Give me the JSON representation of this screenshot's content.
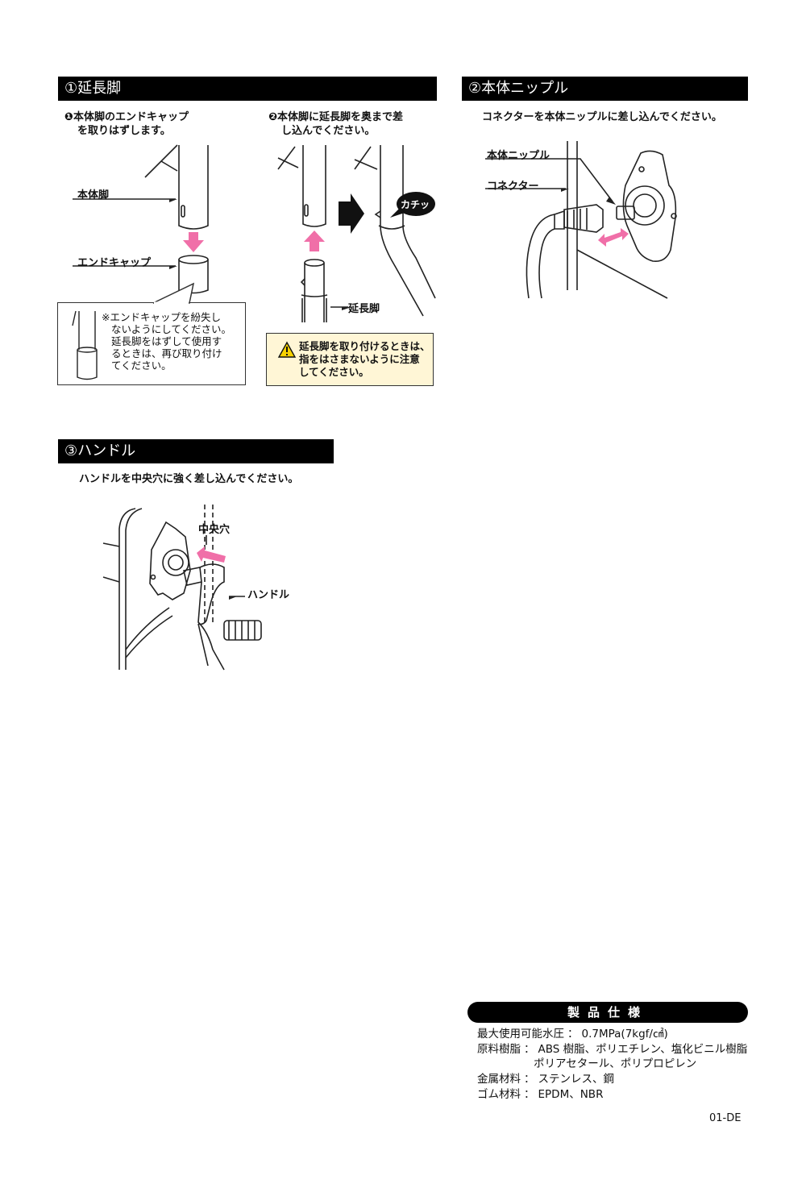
{
  "section1": {
    "title": "①延長脚",
    "step1_num": "❶",
    "step1_line1": "本体脚のエンドキャップ",
    "step1_line2": "を取りはずします。",
    "step2_num": "❷",
    "step2_line1": "本体脚に延長脚を奥まで差",
    "step2_line2": "し込んでください。",
    "label_body_leg": "本体脚",
    "label_end_cap": "エンドキャップ",
    "label_ext_leg": "延長脚",
    "label_click": "カチッ",
    "note_lines": [
      "※エンドキャップを紛失し",
      "ないようにしてください。",
      "延長脚をはずして使用す",
      "るときは、再び取り付け",
      "てください。"
    ],
    "warning_lines": [
      "延長脚を取り付けるときは、",
      "指をはさまないように注意",
      "してください。"
    ]
  },
  "section2": {
    "title": "②本体ニップル",
    "instruction": "コネクターを本体ニップルに差し込んでください。",
    "label_nipple": "本体ニップル",
    "label_connector": "コネクター"
  },
  "section3": {
    "title": "③ハンドル",
    "instruction": "ハンドルを中央穴に強く差し込んでください。",
    "label_center_hole": "中央穴",
    "label_handle": "ハンドル"
  },
  "specs": {
    "title": "製品仕様",
    "rows": [
      {
        "key": "最大使用可能水圧",
        "value": "0.7MPa(7kgf/㎠)"
      },
      {
        "key": "原料樹脂",
        "value": "ABS 樹脂、ポリエチレン、塩化ビニル樹脂"
      },
      {
        "key": "",
        "value": "ポリアセタール、ポリプロピレン"
      },
      {
        "key": "金属材料",
        "value": "ステンレス、鋼"
      },
      {
        "key": "ゴム材料",
        "value": "EPDM、NBR"
      }
    ],
    "separator": "："
  },
  "doc_code": "01-DE",
  "colors": {
    "arrow_pink": "#f06fa8",
    "warning_bg": "#fff6d6",
    "bar_black": "#000000"
  }
}
